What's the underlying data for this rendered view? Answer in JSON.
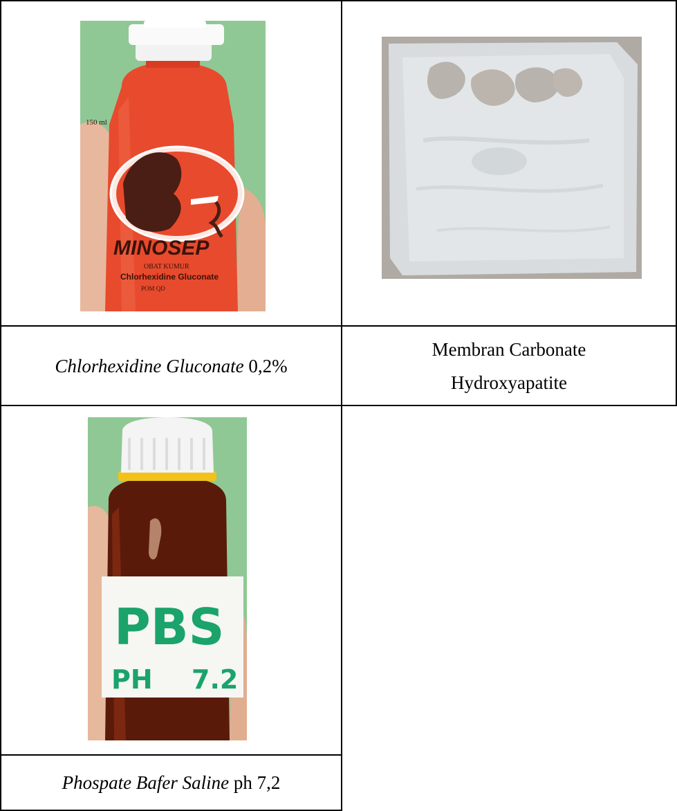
{
  "table": {
    "row1": {
      "left_photo": {
        "volume_text": "150 ml",
        "brand_text": "MINOSEP",
        "sub1_text": "OBAT KUMUR",
        "sub2_text": "Chlorhexidine Gluconate",
        "sub3_text": "POM QD"
      }
    },
    "row2": {
      "left_caption_italic": "Chlorhexidine Gluconate",
      "left_caption_normal": " 0,2%",
      "right_caption_line1": "Membran Carbonate",
      "right_caption_line2": "Hydroxyapatite"
    },
    "row3": {
      "photo": {
        "label_line1": "PBS",
        "label_line2_a": "PH",
        "label_line2_b": "7.2"
      }
    },
    "row4": {
      "caption_italic": "Phospate Bafer Saline",
      "caption_normal": " ph 7,2"
    }
  },
  "colors": {
    "bottle_orange": "#e84a2e",
    "cap_white": "#f2f2f2",
    "background_green": "#7fbf86",
    "amber": "#5a1a0a",
    "membrane_white": "#dfe3e6",
    "ink_green": "#1aa36a"
  }
}
